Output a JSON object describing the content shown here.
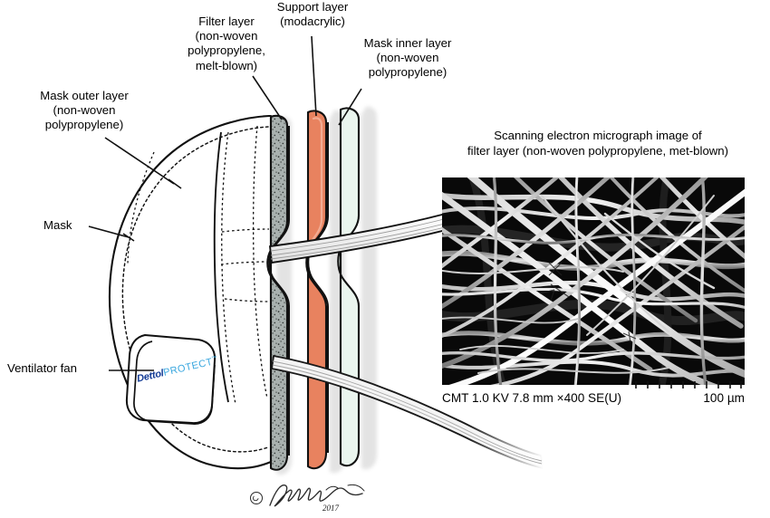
{
  "figure": {
    "type": "labeled-diagram",
    "subject": "Cross-sectional schematic of a multi-layer protective face mask with SEM inset of the filter layer",
    "background_color": "#ffffff"
  },
  "labels": {
    "mask_outer_layer": "Mask outer layer\n(non-woven\npolypropylene)",
    "filter_layer": "Filter layer\n(non-woven\npolypropylene,\nmelt-blown)",
    "support_layer": "Support layer\n(modacrylic)",
    "mask_inner_layer": "Mask inner layer\n(non-woven\npolypropylene)",
    "mask": "Mask",
    "ventilator_fan": "Ventilator fan"
  },
  "sem": {
    "caption": "Scanning electron micrograph image of\nfilter layer (non-woven polypropylene, met-blown)",
    "info_text": "CMT 1.0 KV 7.8 mm ×400 SE(U)",
    "scale_label": "100 µm"
  },
  "fan_patch": {
    "brand": "Dettol",
    "product": "PROTECT",
    "trademark": "™"
  },
  "signature": {
    "copyright": "©",
    "year": "2017"
  },
  "colors": {
    "outer_layer": "#ffffff",
    "filter_layer": "#a8b0ae",
    "support_layer": "#e8825f",
    "inner_layer": "#eaf5ee",
    "stroke": "#000000",
    "brand_blue": "#143c96",
    "brand_cyan": "#3aa7df",
    "sem_background": "#0a0a0a"
  }
}
